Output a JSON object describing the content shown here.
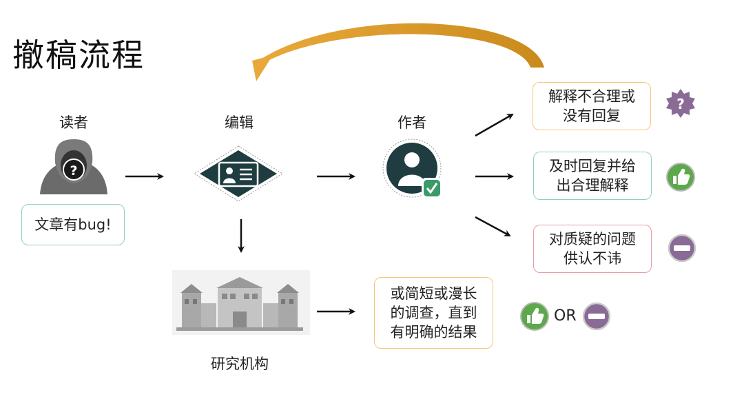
{
  "title": "撤稿流程",
  "nodes": {
    "reader": "读者",
    "editor": "编辑",
    "author": "作者",
    "institution": "研究机构"
  },
  "boxes": {
    "reader_claim": "文章有bug!",
    "unreasonable": "解释不合理或\n没有回复",
    "timely": "及时回复并给\n出合理解释",
    "admit": "对质疑的问题\n供认不讳",
    "investigation": "或简短或漫长\n的调查，直到\n有明确的结果"
  },
  "or_label": "OR",
  "colors": {
    "orange_border": "#f5c77e",
    "green_border": "#8fd3b6",
    "red_border": "#e89aa4",
    "question_badge": "#8a6b96",
    "thumb_badge": "#5da84a",
    "minus_badge": "#8a6b96",
    "curve": "#e9a93a"
  },
  "icons": {
    "reader": "hooded-person-question-icon",
    "editor": "id-card-diamond-icon",
    "author": "user-check-icon",
    "institution": "building-icon",
    "question": "question-gear-badge-icon",
    "thumb": "thumbs-up-badge-icon",
    "minus": "minus-badge-icon"
  }
}
